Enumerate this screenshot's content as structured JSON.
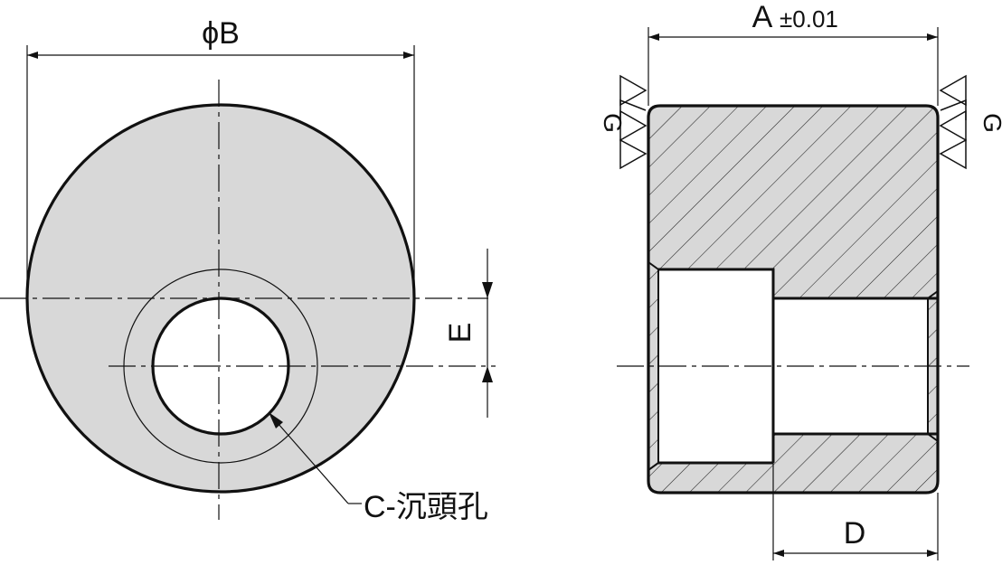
{
  "labels": {
    "diameter_b": "ϕB",
    "width_a": "A",
    "tolerance_a": "±0.01",
    "offset_e": "E",
    "counterbore_c": "C-沉頭孔",
    "depth_d": "D",
    "flatness_left": "G",
    "flatness_right": "G"
  },
  "colors": {
    "part_fill": "#d8d8d8",
    "line": "#111111",
    "background": "#ffffff"
  }
}
